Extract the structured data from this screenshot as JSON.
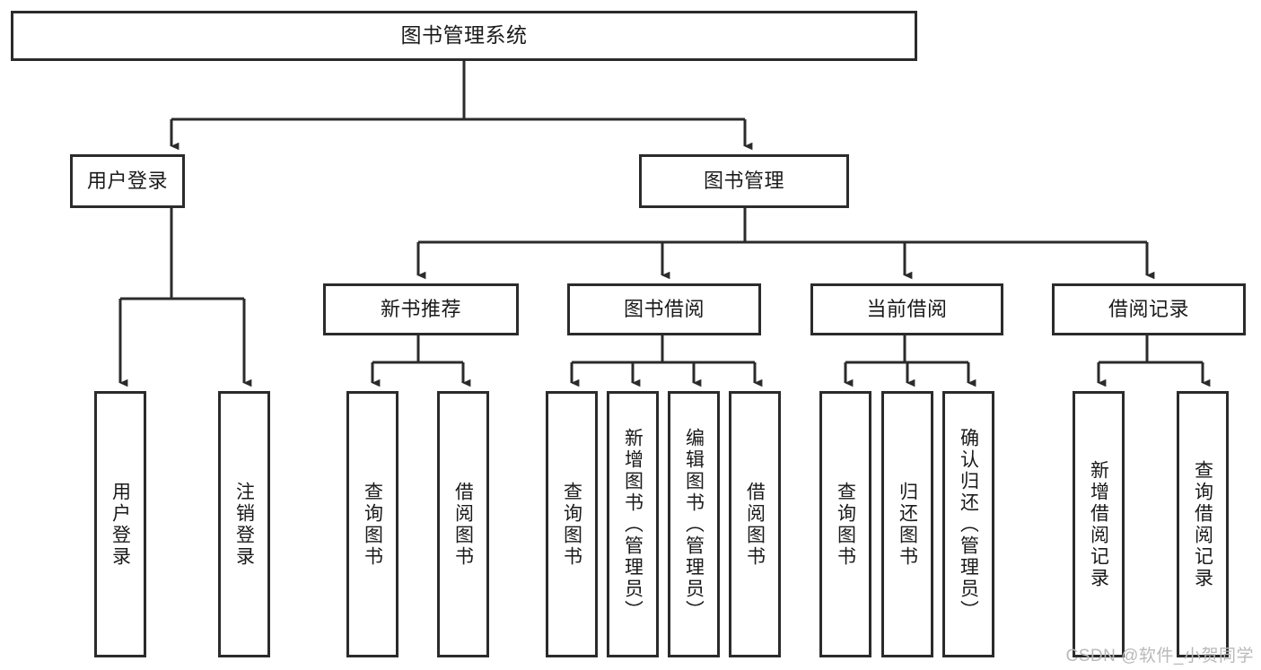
{
  "diagram": {
    "title": "图书管理系统",
    "type": "tree",
    "line_color": "#2b2b2b",
    "box_fill": "#ffffff",
    "text_color": "#1a1a1a",
    "root": {
      "label": "图书管理系统"
    },
    "level2": [
      {
        "label": "用户登录"
      },
      {
        "label": "图书管理"
      }
    ],
    "level3": [
      {
        "label": "新书推荐"
      },
      {
        "label": "图书借阅"
      },
      {
        "label": "当前借阅"
      },
      {
        "label": "借阅记录"
      }
    ],
    "leaves": {
      "user_login": [
        {
          "label": "用户登录"
        },
        {
          "label": "注销登录"
        }
      ],
      "new_book_recommend": [
        {
          "label": "查询图书"
        },
        {
          "label": "借阅图书"
        }
      ],
      "book_borrow": [
        {
          "label": "查询图书"
        },
        {
          "label": "新增图书（管理员）"
        },
        {
          "label": "编辑图书（管理员）"
        },
        {
          "label": "借阅图书"
        }
      ],
      "current_borrow": [
        {
          "label": "查询图书"
        },
        {
          "label": "归还图书"
        },
        {
          "label": "确认归还（管理员）"
        }
      ],
      "borrow_records": [
        {
          "label": "新增借阅记录"
        },
        {
          "label": "查询借阅记录"
        }
      ]
    }
  },
  "watermark": {
    "text": "CSDN @软件_小贺同学",
    "color": "#b9b9b9"
  }
}
